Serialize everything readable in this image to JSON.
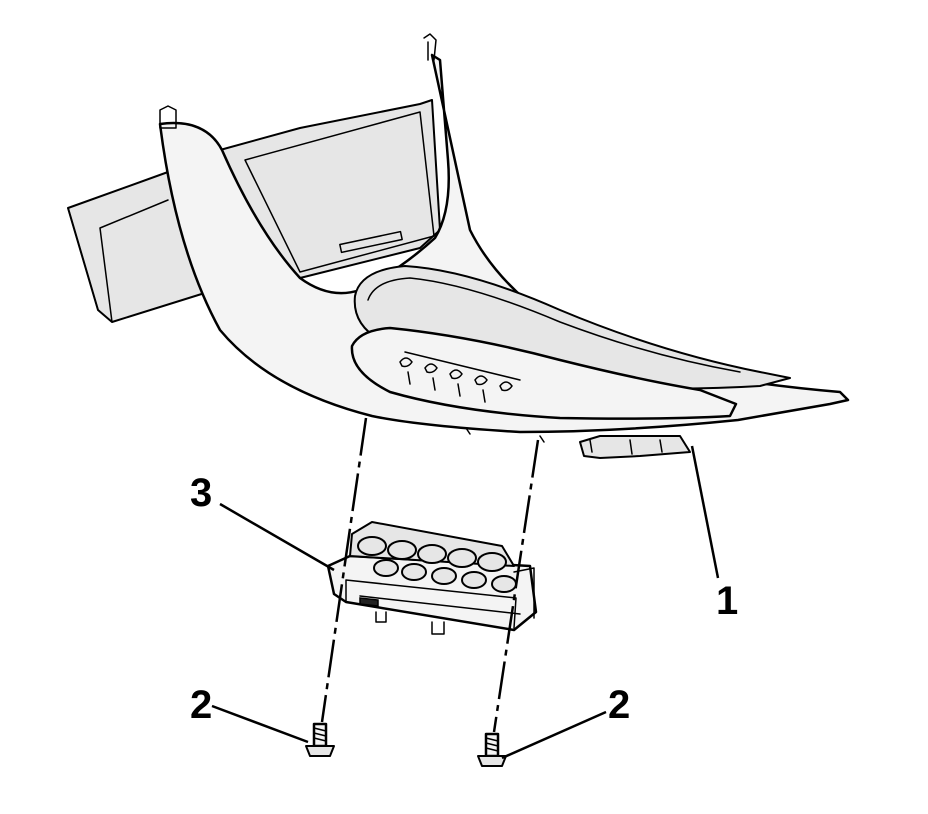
{
  "callouts": {
    "trim_plate": "1",
    "screw_left": "2",
    "screw_right": "2",
    "switch_assembly": "3"
  },
  "colors": {
    "line": "#000000",
    "background": "#ffffff",
    "part_fill": "#f4f4f4"
  }
}
